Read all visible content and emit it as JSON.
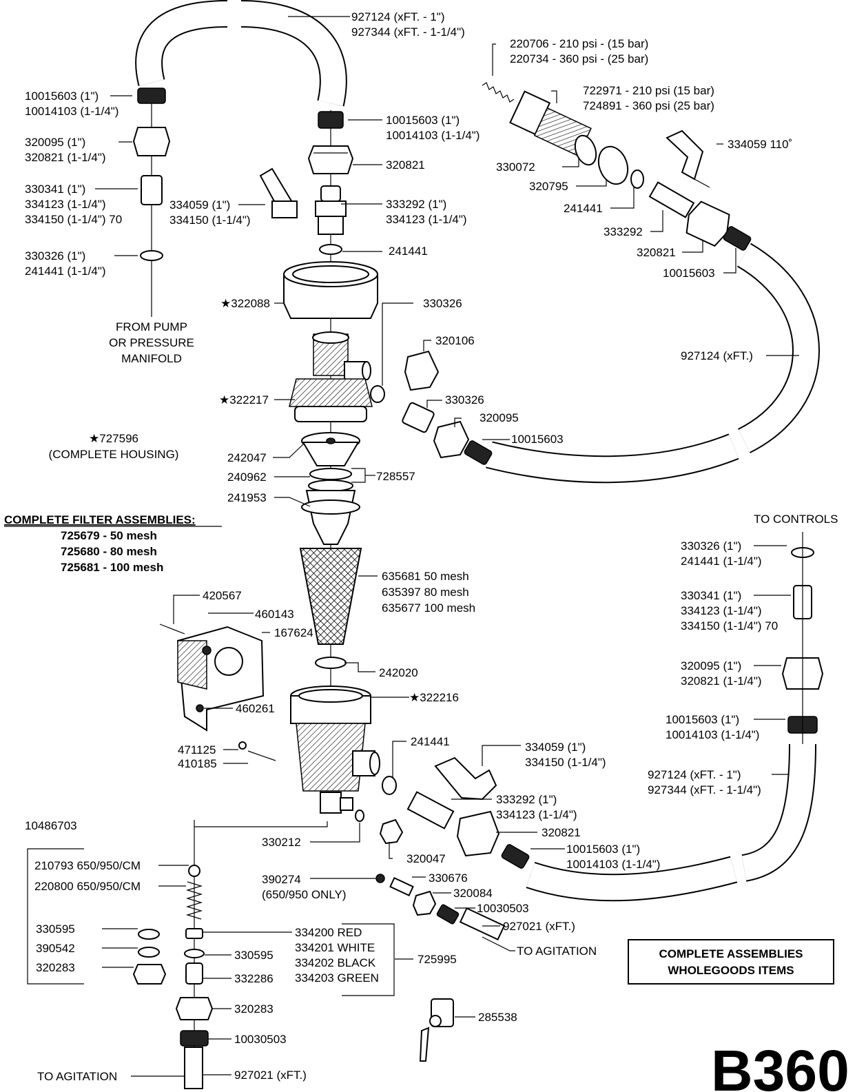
{
  "page_code": "B360",
  "boxes": {
    "complete_assemblies": [
      "COMPLETE ASSEMBLIES",
      "WHOLEGOODS ITEMS"
    ],
    "filter_assemblies_title": "COMPLETE FILTER ASSEMBLIES:",
    "filter_assemblies": [
      "725679 - 50 mesh",
      "725680 - 80 mesh",
      "725681 - 100 mesh"
    ]
  },
  "notes": {
    "from_pump": [
      "FROM PUMP",
      "OR PRESSURE",
      "MANIFOLD"
    ],
    "complete_housing": [
      "★727596",
      "(COMPLETE HOUSING)"
    ],
    "to_controls": "TO CONTROLS",
    "to_agitation_right": "TO AGITATION",
    "to_agitation_bottom": "TO AGITATION"
  },
  "callouts": {
    "hose_top": [
      "927124 (xFT. - 1\")",
      "927344 (xFT. - 1-1/4\")"
    ],
    "spring_top": [
      "220706 - 210 psi - (15 bar)",
      "220734 - 360 psi - (25 bar)"
    ],
    "valve_body": [
      "722971 - 210 psi (15 bar)",
      "724891 - 360 psi (25 bar)"
    ],
    "elbow_110": "334059 110˚",
    "o_ring_330072": "330072",
    "nut_320795": "320795",
    "oring_241441_right": "241441",
    "adapter_333292_right": "333292",
    "nut_320821_right": "320821",
    "clamp_10015603_right": "10015603",
    "clamp_left_top": [
      "10015603 (1\")",
      "10014103 (1-1/4\")"
    ],
    "nut_left_top": [
      "320095 (1\")",
      "320821 (1-1/4\")"
    ],
    "adapter_left_top": [
      "330341 (1\")",
      "334123 (1-1/4\")",
      "334150 (1-1/4\") 70"
    ],
    "oring_left_top": [
      "330326 (1\")",
      "241441 (1-1/4\")"
    ],
    "elbow_center_top": [
      "334059 (1\")",
      "334150 (1-1/4\")"
    ],
    "clamp_center_top": [
      "10015603 (1\")",
      "10014103 (1-1/4\")"
    ],
    "nut_center_top": "320821",
    "adapter_center_top": [
      "333292 (1\")",
      "334123 (1-1/4\")"
    ],
    "oring_center_top": "241441",
    "ring_322088": "★322088",
    "oring_330326_mid": "330326",
    "cap_320106": "320106",
    "head_322217": "★322217",
    "adapter_330326_b": "330326",
    "nut_320095_b": "320095",
    "clamp_10015603_b": "10015603",
    "hose_right_mid": "927124 (xFT.)",
    "funnel_242047": "242047",
    "oring_240962": "240962",
    "oring_241953": "241953",
    "kit_728557": "728557",
    "screen": [
      "635681 50 mesh",
      "635397 80 mesh",
      "635677 100 mesh"
    ],
    "bolt_420567": "420567",
    "nut_460143": "460143",
    "bracket_167624": "167624",
    "oring_242020": "242020",
    "bowl_322216": "★322216",
    "nut_460261": "460261",
    "washer_471125": "471125",
    "bolt_410185": "410185",
    "oring_241441_low": "241441",
    "elbow_low": [
      "334059 (1\")",
      "334150 (1-1/4\")"
    ],
    "adapter_low": [
      "333292 (1\")",
      "334123 (1-1/4\")"
    ],
    "nut_320821_low": "320821",
    "clamp_low": [
      "10015603 (1\")",
      "10014103 (1-1/4\")"
    ],
    "hose_low_right": [
      "927124 (xFT. - 1\")",
      "927344 (xFT. - 1-1/4\")"
    ],
    "ctrl_oring": [
      "330326 (1\")",
      "241441 (1-1/4\")"
    ],
    "ctrl_adapter": [
      "330341 (1\")",
      "334123 (1-1/4\")",
      "334150 (1-1/4\") 70"
    ],
    "ctrl_nut": [
      "320095 (1\")",
      "320821 (1-1/4\")"
    ],
    "ctrl_clamp": [
      "10015603 (1\")",
      "10014103 (1-1/4\")"
    ],
    "drain_330212": "330212",
    "cap_320047": "320047",
    "oring_390274": [
      "390274",
      "(650/950 ONLY)"
    ],
    "fitting_330676": "330676",
    "nut_320084": "320084",
    "clamp_10030503_r": "10030503",
    "hose_927021_r": "927021 (xFT.)",
    "valve_kit": "10486703",
    "ball_210793": "210793 650/950/CM",
    "spring_220800": "220800 650/950/CM",
    "oring_330595_l": "330595",
    "oring_390542": "390542",
    "nut_320283_l": "320283",
    "orifice_list": [
      "334200 RED",
      "334201 WHITE",
      "334202 BLACK",
      "334203 GREEN"
    ],
    "orifice_kit": "725995",
    "oring_330595_r": "330595",
    "body_332286": "332286",
    "nut_320283_r": "320283",
    "clamp_10030503_b": "10030503",
    "hose_927021_b": "927021 (xFT.)",
    "ball_valve_285538": "285538"
  }
}
